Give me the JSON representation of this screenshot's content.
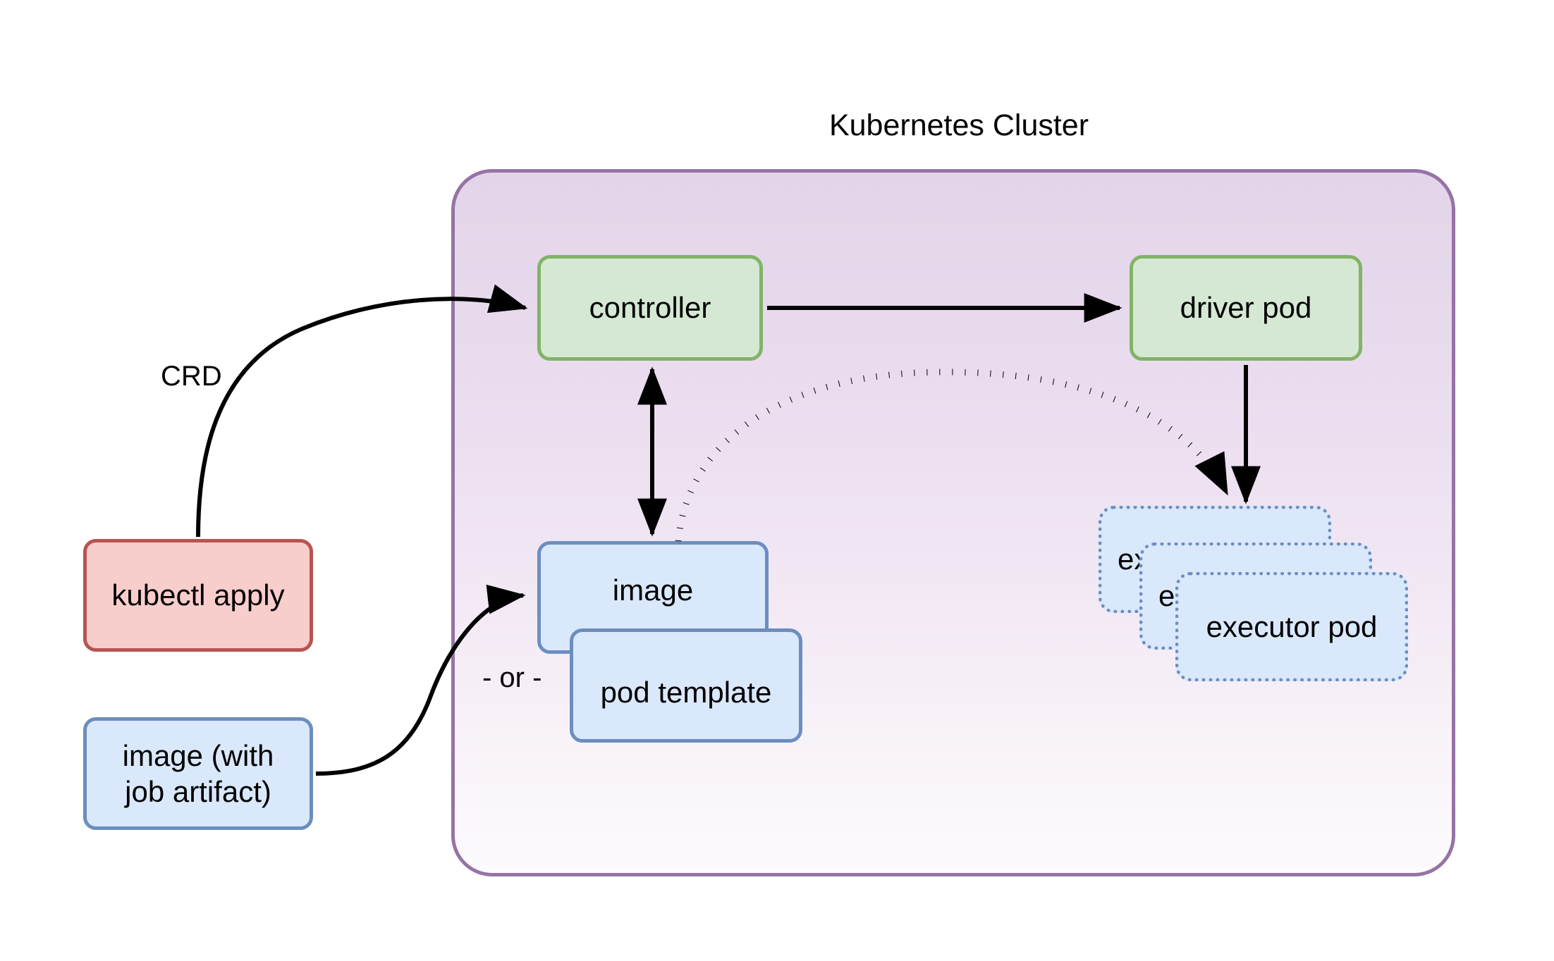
{
  "diagram": {
    "title": "Kubernetes Cluster",
    "type": "architecture-flow-diagram",
    "background_color": "#ffffff"
  },
  "cluster": {
    "label": "Kubernetes Cluster",
    "border_color": "#9673a6",
    "fill_gradient_from": "#e3d4e9",
    "fill_gradient_to": "#fdfbfd"
  },
  "nodes": {
    "controller": {
      "label": "controller",
      "fill": "#d5e8d4",
      "stroke": "#82b366",
      "style": "solid"
    },
    "driver_pod": {
      "label": "driver pod",
      "fill": "#d5e8d4",
      "stroke": "#82b366",
      "style": "solid"
    },
    "image": {
      "label": "image",
      "fill": "#dae8fc",
      "stroke": "#6c8ebf",
      "style": "solid"
    },
    "pod_template": {
      "label": "pod template",
      "fill": "#dae8fc",
      "stroke": "#6c8ebf",
      "style": "solid"
    },
    "kubectl_apply": {
      "label": "kubectl apply",
      "fill": "#f8cecc",
      "stroke": "#b85450",
      "style": "solid"
    },
    "job_image": {
      "label": "image (with job artifact)",
      "line1": "image (with",
      "line2": "job artifact)",
      "fill": "#dae8fc",
      "stroke": "#6c8ebf",
      "style": "solid"
    },
    "executor_pods": [
      {
        "label": "executor pod",
        "fill": "#dae8fc",
        "stroke": "#6c8ebf",
        "style": "dotted"
      },
      {
        "label": "executor pod",
        "fill": "#dae8fc",
        "stroke": "#6c8ebf",
        "style": "dotted"
      },
      {
        "label": "executor pod",
        "fill": "#dae8fc",
        "stroke": "#6c8ebf",
        "style": "dotted"
      }
    ]
  },
  "edges": [
    {
      "from": "kubectl_apply",
      "to": "controller",
      "label": "CRD",
      "style": "solid",
      "arrow": "single"
    },
    {
      "from": "job_image",
      "to": "image",
      "label": "",
      "style": "solid",
      "arrow": "single"
    },
    {
      "from": "controller",
      "to": "driver_pod",
      "label": "",
      "style": "solid",
      "arrow": "single"
    },
    {
      "from": "controller",
      "to": "image",
      "label": "",
      "style": "solid",
      "arrow": "double"
    },
    {
      "from": "image",
      "to": "executor_pods",
      "label": "",
      "style": "dotted",
      "arrow": "single"
    },
    {
      "from": "driver_pod",
      "to": "executor_pods",
      "label": "",
      "style": "solid",
      "arrow": "single"
    }
  ],
  "edge_labels": {
    "crd": "CRD",
    "or": "- or -"
  }
}
